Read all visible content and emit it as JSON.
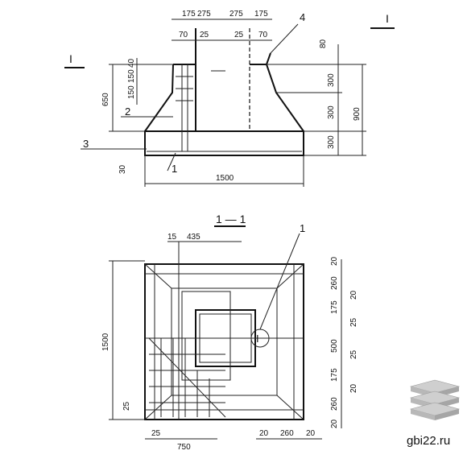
{
  "top_view": {
    "section_mark_left": "I",
    "section_mark_right": "I",
    "callout_1": "1",
    "callout_2": "2",
    "callout_3": "3",
    "callout_4": "4",
    "dims_top": [
      "175",
      "275",
      "275",
      "175"
    ],
    "dims_inner_left": [
      "70",
      "25"
    ],
    "dims_inner_right": [
      "25",
      "70"
    ],
    "dims_right_small": "80",
    "dims_right_stack": [
      "300",
      "300",
      "300"
    ],
    "dims_right_total": "900",
    "dims_left_small": [
      "40",
      "150",
      "150"
    ],
    "dims_left_total": "650",
    "dims_bottom_left": "30",
    "dims_bottom_total": "1500"
  },
  "plan_view": {
    "title": "1 — 1",
    "callout_1": "1",
    "marker": "I",
    "dims_top": [
      "15",
      "435"
    ],
    "dims_left_total": "1500",
    "dims_left_small": "25",
    "dims_right": [
      "20",
      "260",
      "20",
      "175",
      "25",
      "500",
      "25",
      "175",
      "20",
      "260",
      "20"
    ],
    "dims_bottom": [
      "25",
      "750",
      "20",
      "260",
      "20"
    ]
  },
  "watermark": {
    "site": "gbi22.ru"
  }
}
